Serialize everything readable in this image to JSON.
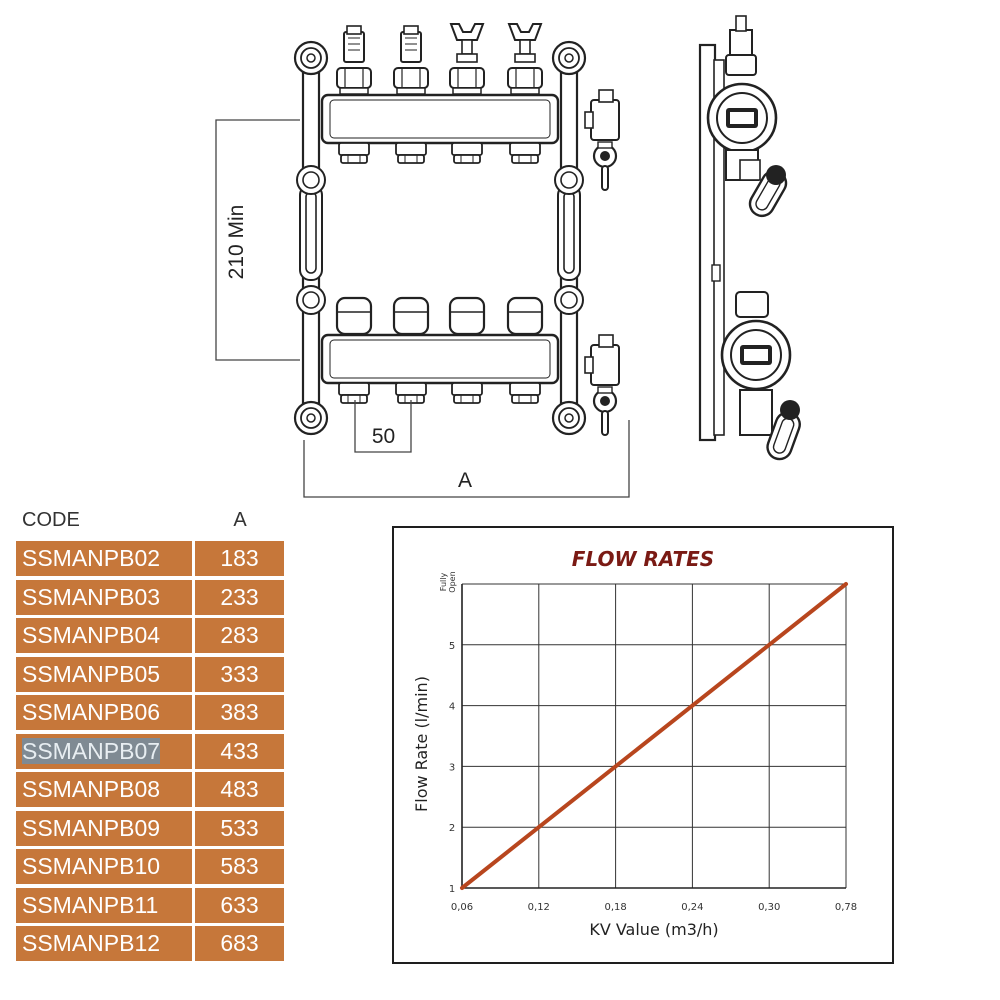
{
  "dimensions": {
    "height_label": "210 Min",
    "spacing_label": "50",
    "width_label": "A"
  },
  "table": {
    "headers": {
      "code": "CODE",
      "a": "A"
    },
    "selected_row": 5,
    "rows": [
      {
        "code": "SSMANPB02",
        "a": "183"
      },
      {
        "code": "SSMANPB03",
        "a": "233"
      },
      {
        "code": "SSMANPB04",
        "a": "283"
      },
      {
        "code": "SSMANPB05",
        "a": "333"
      },
      {
        "code": "SSMANPB06",
        "a": "383"
      },
      {
        "code": "SSMANPB07",
        "a": "433"
      },
      {
        "code": "SSMANPB08",
        "a": "483"
      },
      {
        "code": "SSMANPB09",
        "a": "533"
      },
      {
        "code": "SSMANPB10",
        "a": "583"
      },
      {
        "code": "SSMANPB11",
        "a": "633"
      },
      {
        "code": "SSMANPB12",
        "a": "683"
      }
    ],
    "cell_color": "#c6773a"
  },
  "chart_data": {
    "type": "line",
    "title": "FLOW RATES",
    "title_color": "#7a1a14",
    "xlabel": "KV Value (m3/h)",
    "ylabel": "Flow Rate (l/min)",
    "x_tick_labels": [
      "0,06",
      "0,12",
      "0,18",
      "0,24",
      "0,30",
      "0,78"
    ],
    "y_tick_labels": [
      "1",
      "2",
      "3",
      "4",
      "5",
      "Fully Open"
    ],
    "grid": true,
    "series": [
      {
        "points": [
          [
            0,
            1
          ],
          [
            5,
            6
          ]
        ],
        "color": "#b8461e"
      }
    ]
  }
}
